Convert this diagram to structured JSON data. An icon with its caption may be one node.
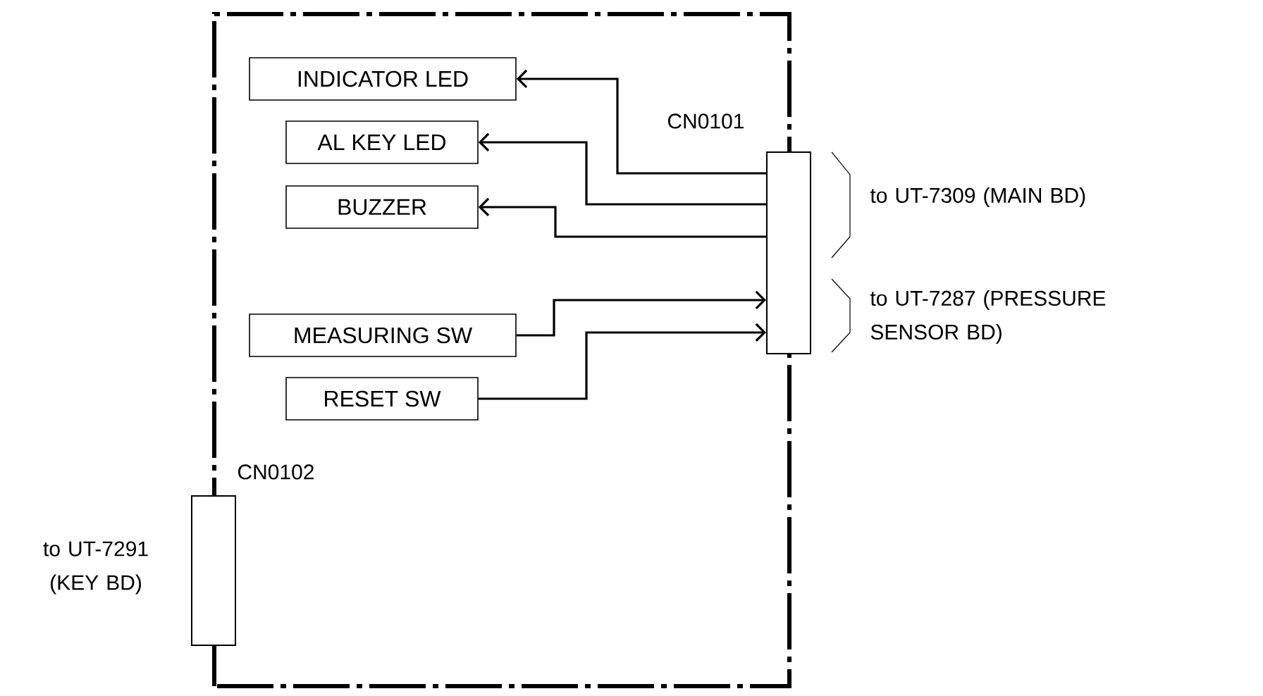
{
  "diagram": {
    "nodes": [
      {
        "text": [
          "INDICATOR LED"
        ]
      },
      {
        "text": [
          "AL KEY LED"
        ]
      },
      {
        "text": [
          "BUZZER"
        ]
      },
      {
        "text": [
          "MEASURING SW"
        ]
      },
      {
        "text": [
          "RESET SW"
        ]
      },
      {
        "text": [
          "CN0101"
        ]
      },
      {
        "text": [
          "CN0102"
        ]
      }
    ],
    "edges": [
      {
        "from": 5,
        "to": 0,
        "arrow": "to"
      },
      {
        "from": 5,
        "to": 1,
        "arrow": "to"
      },
      {
        "from": 5,
        "to": 2,
        "arrow": "to"
      },
      {
        "from": 3,
        "to": 5,
        "arrow": "to"
      },
      {
        "from": 4,
        "to": 5,
        "arrow": "to"
      }
    ],
    "labels": [
      "to UT-7309 (MAIN BD)",
      "to UT-7287 (PRESSURE SENSOR BD)",
      "to UT-7291 (KEY BD)"
    ]
  }
}
